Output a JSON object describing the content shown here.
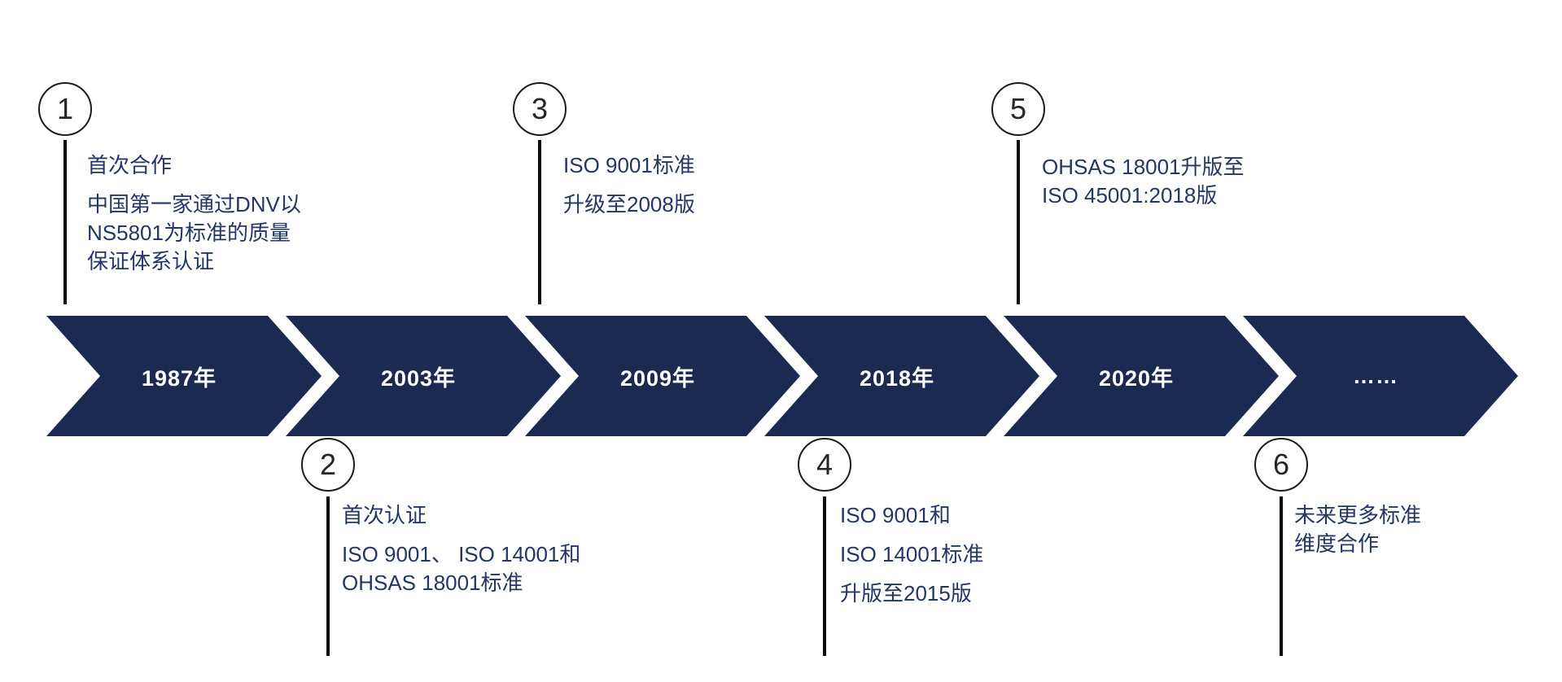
{
  "slide": {
    "colors": {
      "arrow": "#1b2a50",
      "body_text": "#223766",
      "year_text": "#ffffff",
      "circle_border": "#1c1c1c",
      "circle_number": "#262626",
      "connector": "#0b0b0b"
    },
    "arrows": [
      {
        "year": "1987年"
      },
      {
        "year": "2003年"
      },
      {
        "year": "2009年"
      },
      {
        "year": "2018年"
      },
      {
        "year": "2020年"
      },
      {
        "year": "……"
      }
    ],
    "milestones": [
      {
        "number": "1",
        "side": "top",
        "paragraphs": [
          [
            "首次合作"
          ],
          [
            "中国第一家通过DNV以",
            "NS5801为标准的质量",
            "保证体系认证"
          ]
        ]
      },
      {
        "number": "2",
        "side": "bottom",
        "paragraphs": [
          [
            "首次认证"
          ],
          [
            "ISO 9001、 ISO 14001和",
            "OHSAS 18001标准"
          ]
        ]
      },
      {
        "number": "3",
        "side": "top",
        "paragraphs": [
          [
            "ISO 9001标准"
          ],
          [
            "升级至2008版"
          ]
        ]
      },
      {
        "number": "4",
        "side": "bottom",
        "paragraphs": [
          [
            "ISO 9001和"
          ],
          [
            "ISO 14001标准"
          ],
          [
            "升版至2015版"
          ]
        ]
      },
      {
        "number": "5",
        "side": "top",
        "paragraphs": [
          [
            "OHSAS 18001升版至",
            "ISO 45001:2018版"
          ]
        ]
      },
      {
        "number": "6",
        "side": "bottom",
        "paragraphs": [
          [
            "未来更多标准",
            "维度合作"
          ]
        ]
      }
    ]
  }
}
